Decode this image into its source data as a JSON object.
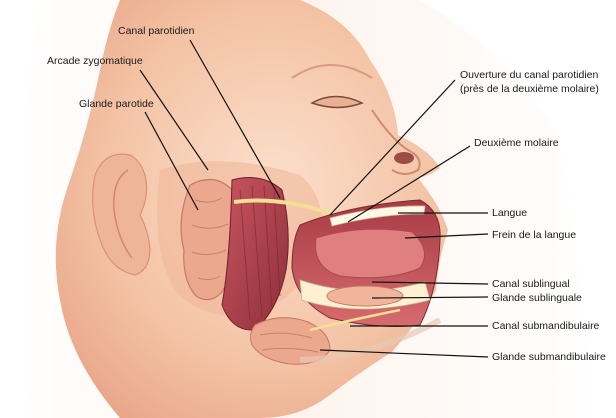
{
  "labels": {
    "canal_parotidien": "Canal parotidien",
    "arcade_zygomatique": "Arcade zygomatique",
    "glande_parotide": "Glande parotide",
    "ouverture_line1": "Ouverture du canal parotidien",
    "ouverture_line2": "(près de la deuxième molaire)",
    "deuxieme_molaire": "Deuxième molaire",
    "langue": "Langue",
    "frein_langue": "Frein de la langue",
    "canal_sublingual": "Canal sublingual",
    "glande_sublinguale": "Glande sublinguale",
    "canal_submandibulaire": "Canal submandibulaire",
    "glande_submandibulaire": "Glande submandibulaire"
  },
  "colors": {
    "skin": "#f6cdb1",
    "skin_shadow": "#e9a988",
    "muscle": "#b5424b",
    "gland": "#eaa78f",
    "mouth_inner": "#c9545c",
    "tooth": "#fff8e6",
    "duct": "#f3df93"
  }
}
